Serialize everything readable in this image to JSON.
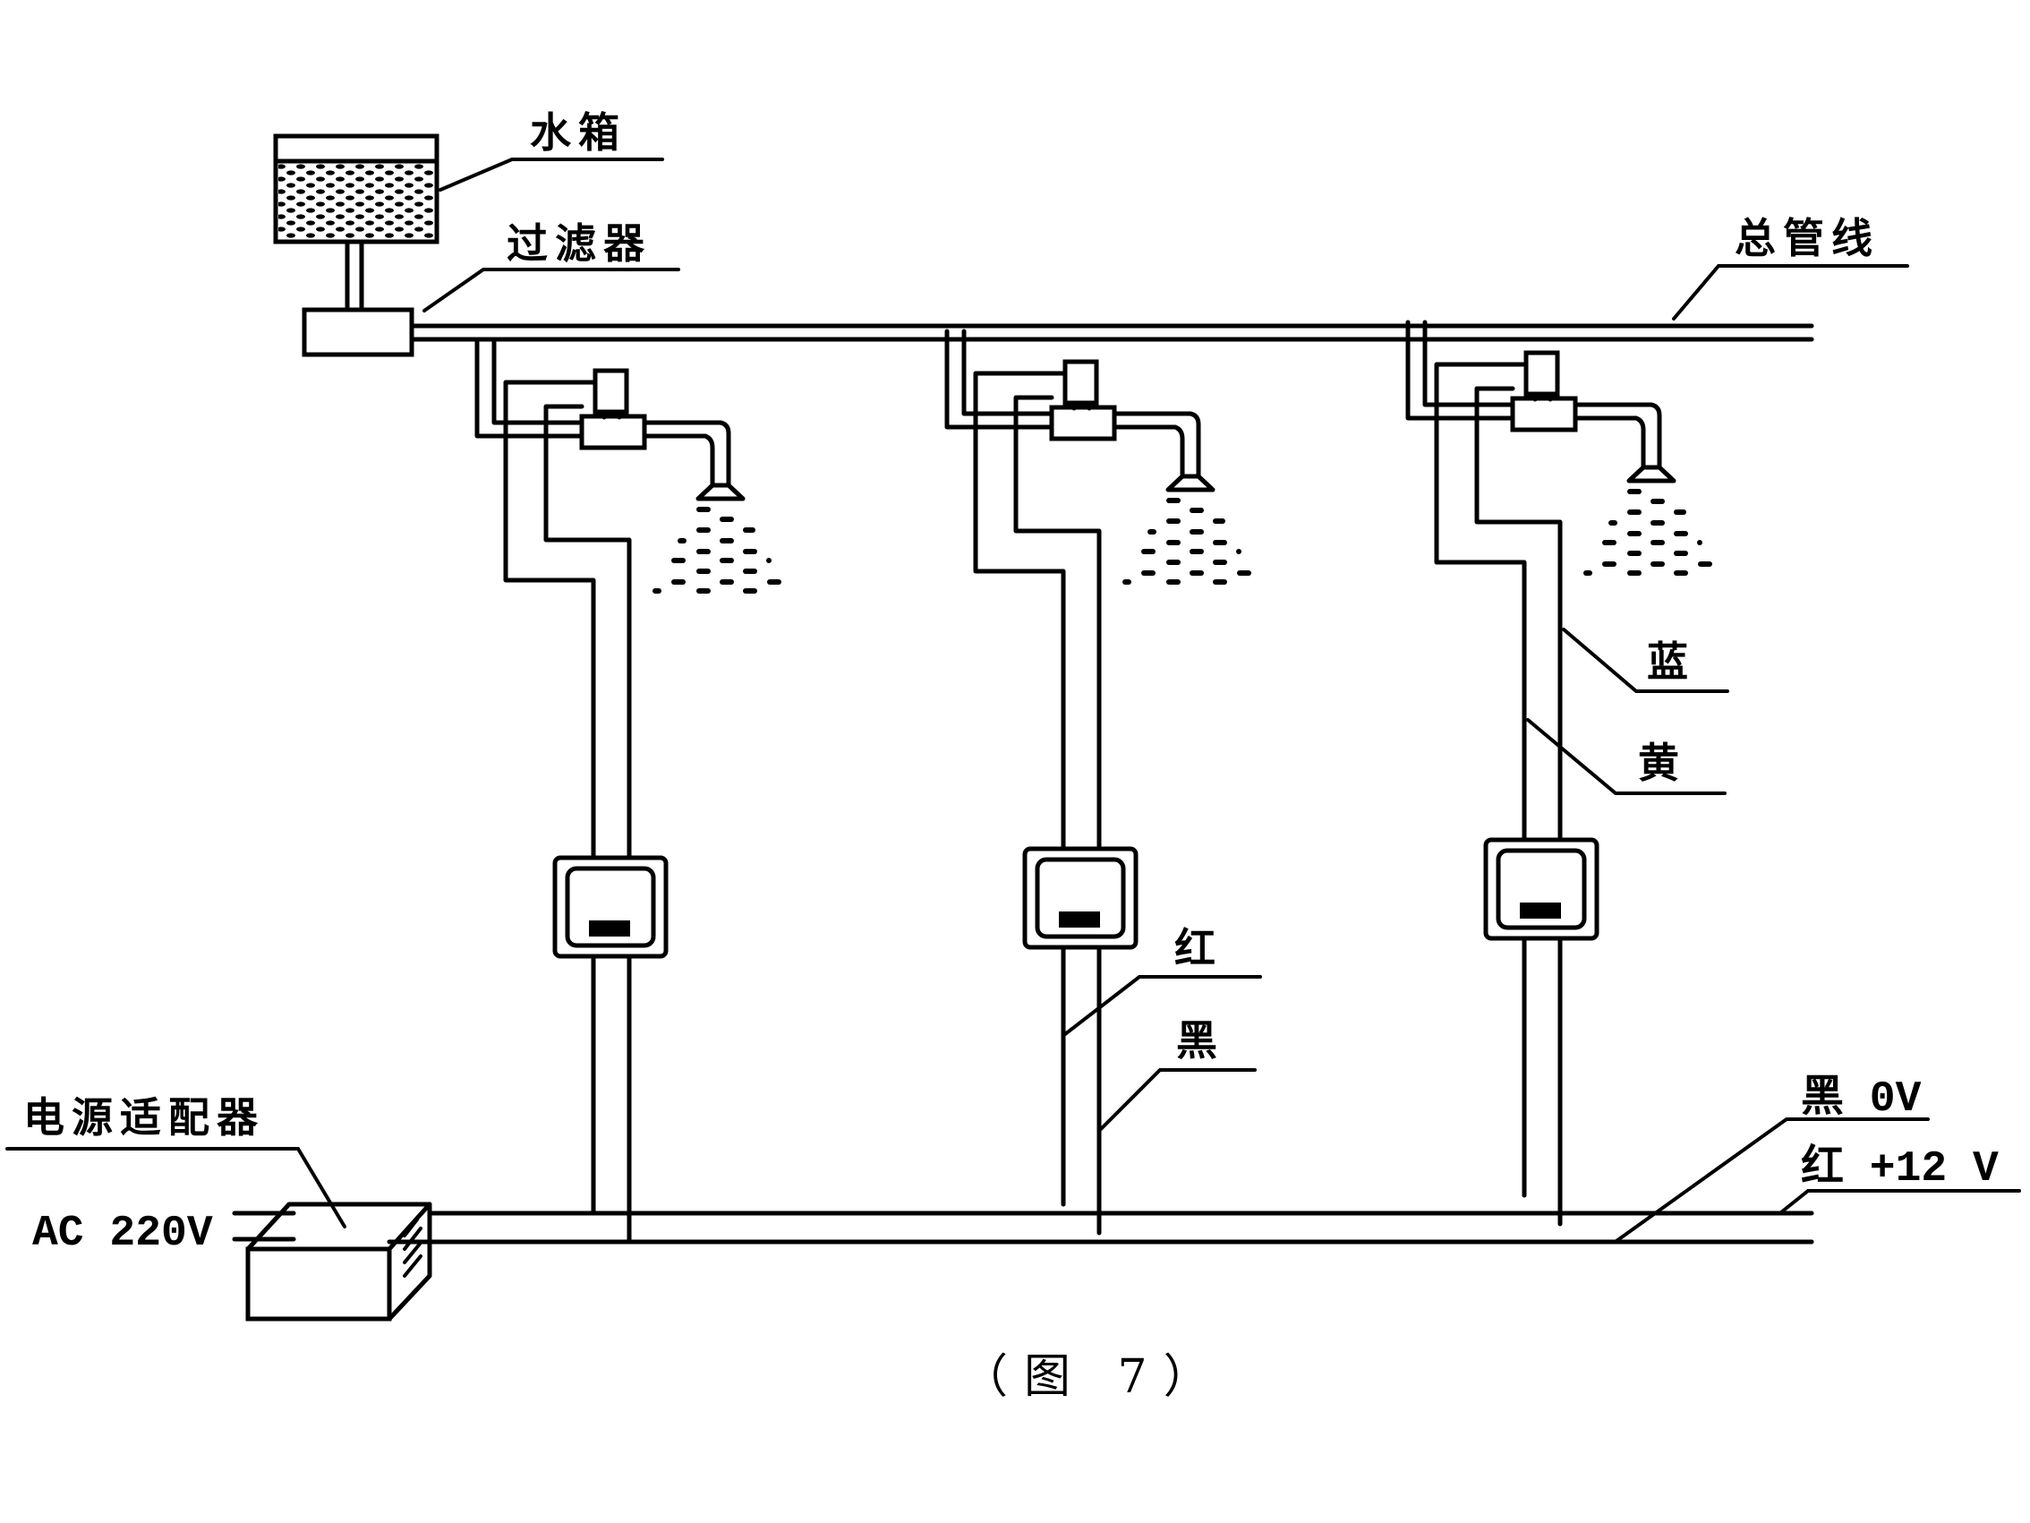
{
  "figure": {
    "caption": "（图  7）",
    "type": "water-supply-and-power wiring schematic"
  },
  "labels": {
    "water_tank": "水箱",
    "filter": "过滤器",
    "main_pipe": "总管线",
    "wire_blue": "蓝",
    "wire_yellow": "黄",
    "wire_red": "红",
    "wire_black": "黑",
    "power_adapter": "电源适配器",
    "ac_input": "AC 220V",
    "bus_black": "黑 0V",
    "bus_red": "红 +12 V"
  },
  "components": {
    "branches": [
      {
        "id": 1,
        "parts": [
          "solenoid-valve",
          "valve-body",
          "shower-head",
          "sensor-panel"
        ]
      },
      {
        "id": 2,
        "parts": [
          "solenoid-valve",
          "valve-body",
          "shower-head",
          "sensor-panel"
        ]
      },
      {
        "id": 3,
        "parts": [
          "solenoid-valve",
          "valve-body",
          "shower-head",
          "sensor-panel"
        ]
      }
    ],
    "bus_lines": [
      "black 0V",
      "red +12V"
    ]
  }
}
